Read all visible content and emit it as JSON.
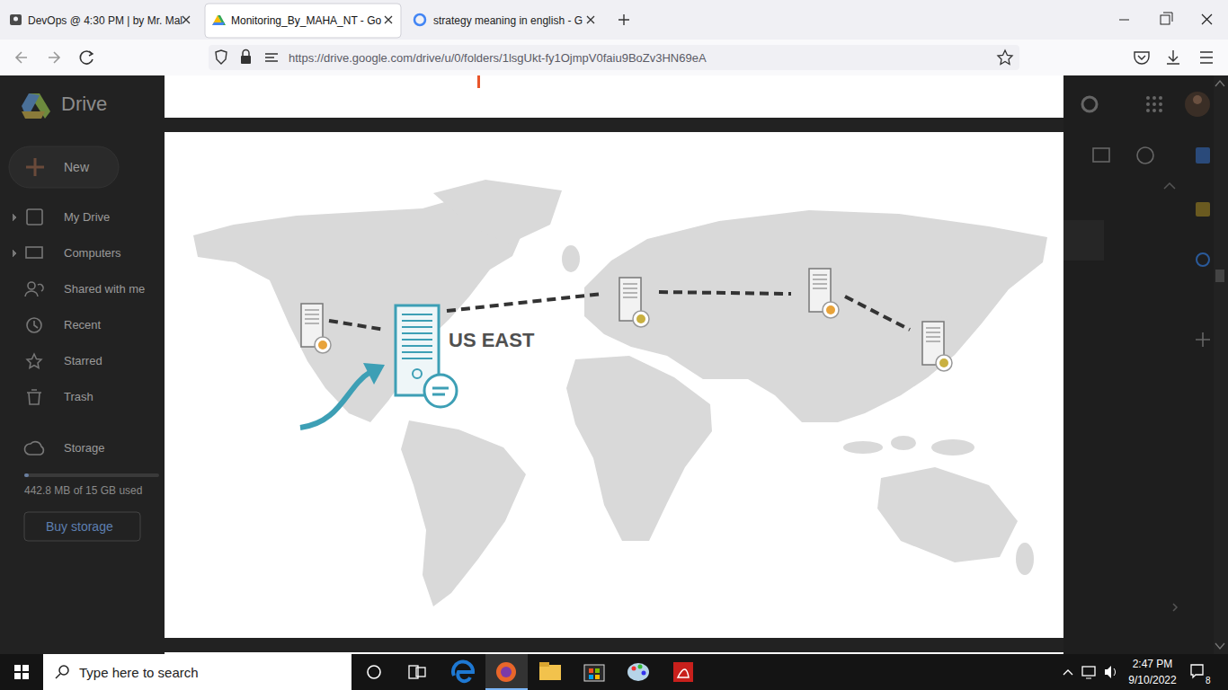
{
  "diagram": {
    "nodes": [
      {
        "text": [
          "DevOps @ 4:30 PM | by Mr. Mal"
        ]
      },
      {
        "text": [
          "Monitoring_By_MAHA_NT - Go"
        ]
      },
      {
        "text": [
          "strategy meaning in english - G"
        ]
      },
      {
        "text": [
          "https://drive.google.com/drive/u/0/folders/1lsgUkt-fy1OjmpV0faiu9BoZv3HN69eA"
        ]
      },
      {
        "text": [
          "New"
        ]
      },
      {
        "text": [
          "Buy storage"
        ]
      },
      {
        "text": [
          "Type here to search"
        ]
      }
    ],
    "labels": [
      "Drive",
      "My Drive",
      "Computers",
      "Shared with me",
      "Recent",
      "Starred",
      "Trash",
      "Storage",
      "442.8 MB of 15 GB used",
      "US EAST",
      "2:47 PM",
      "9/10/2022",
      "8"
    ]
  }
}
